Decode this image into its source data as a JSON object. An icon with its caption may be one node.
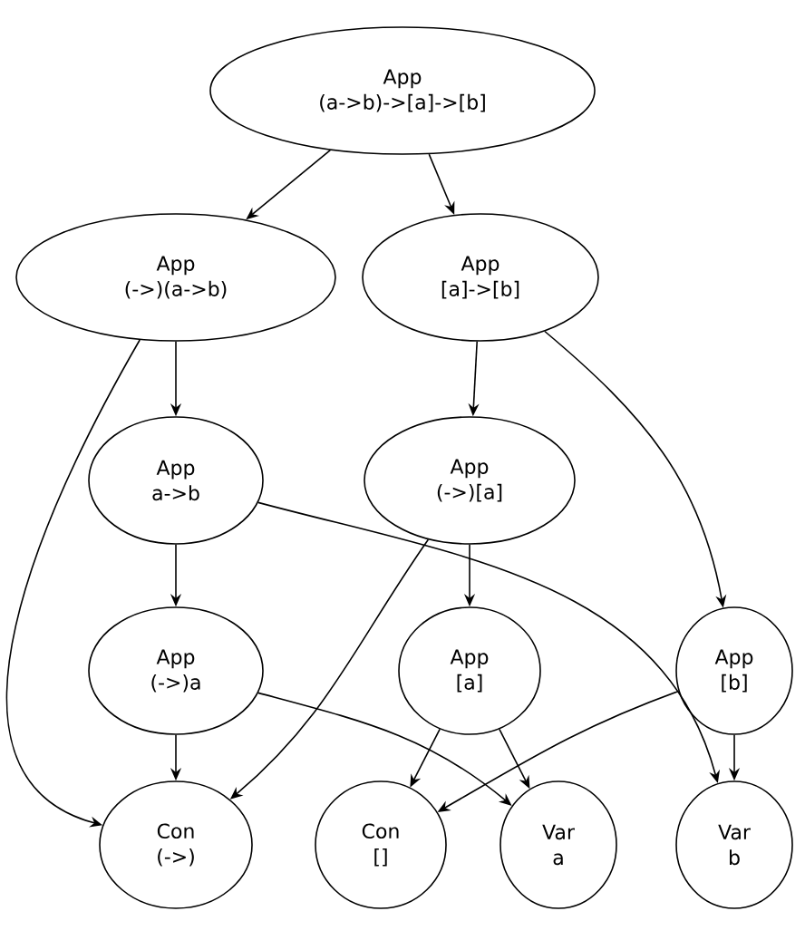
{
  "diagram": {
    "nodes": [
      {
        "text": [
          "App",
          "(a->b)->[a]->[b]"
        ]
      },
      {
        "text": [
          "App",
          "(->)(a->b)"
        ]
      },
      {
        "text": [
          "App",
          "[a]->[b]"
        ]
      },
      {
        "text": [
          "App",
          "a->b"
        ]
      },
      {
        "text": [
          "App",
          "(->)[a]"
        ]
      },
      {
        "text": [
          "App",
          "(->)a"
        ]
      },
      {
        "text": [
          "App",
          "[a]"
        ]
      },
      {
        "text": [
          "App",
          "[b]"
        ]
      },
      {
        "text": [
          "Con",
          "(->)"
        ]
      },
      {
        "text": [
          "Con",
          "[]"
        ]
      },
      {
        "text": [
          "Var",
          "a"
        ]
      },
      {
        "text": [
          "Var",
          "b"
        ]
      }
    ],
    "edges": [
      {
        "from": 0,
        "to": 1,
        "arrow": "to"
      },
      {
        "from": 0,
        "to": 2,
        "arrow": "to"
      },
      {
        "from": 1,
        "to": 3,
        "arrow": "to"
      },
      {
        "from": 1,
        "to": 8,
        "arrow": "to"
      },
      {
        "from": 2,
        "to": 4,
        "arrow": "to"
      },
      {
        "from": 2,
        "to": 7,
        "arrow": "to"
      },
      {
        "from": 3,
        "to": 5,
        "arrow": "to"
      },
      {
        "from": 3,
        "to": 11,
        "arrow": "to"
      },
      {
        "from": 4,
        "to": 6,
        "arrow": "to"
      },
      {
        "from": 4,
        "to": 8,
        "arrow": "to"
      },
      {
        "from": 5,
        "to": 8,
        "arrow": "to"
      },
      {
        "from": 5,
        "to": 10,
        "arrow": "to"
      },
      {
        "from": 6,
        "to": 9,
        "arrow": "to"
      },
      {
        "from": 6,
        "to": 10,
        "arrow": "to"
      },
      {
        "from": 7,
        "to": 9,
        "arrow": "to"
      },
      {
        "from": 7,
        "to": 11,
        "arrow": "to"
      }
    ]
  }
}
